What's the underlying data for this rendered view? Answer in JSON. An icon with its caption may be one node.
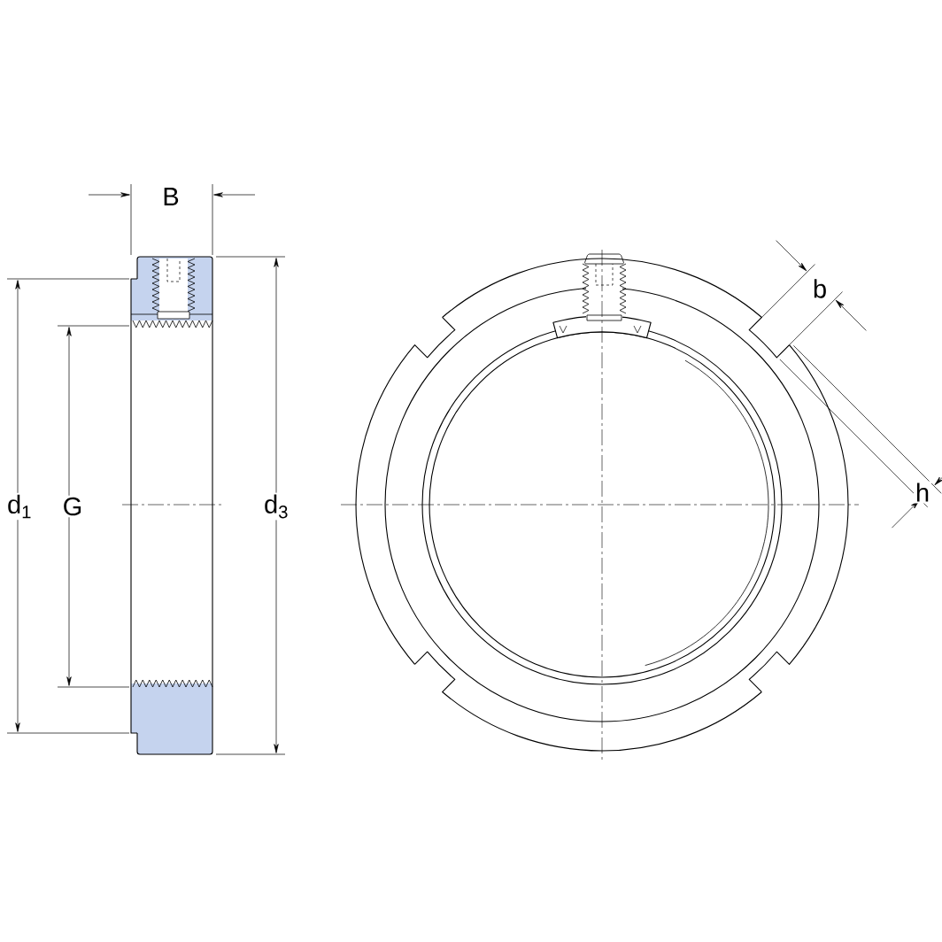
{
  "diagram": {
    "labels": [
      "B",
      "b",
      "d$_{1}$",
      "G",
      "d$_{3}$",
      "h"
    ]
  }
}
